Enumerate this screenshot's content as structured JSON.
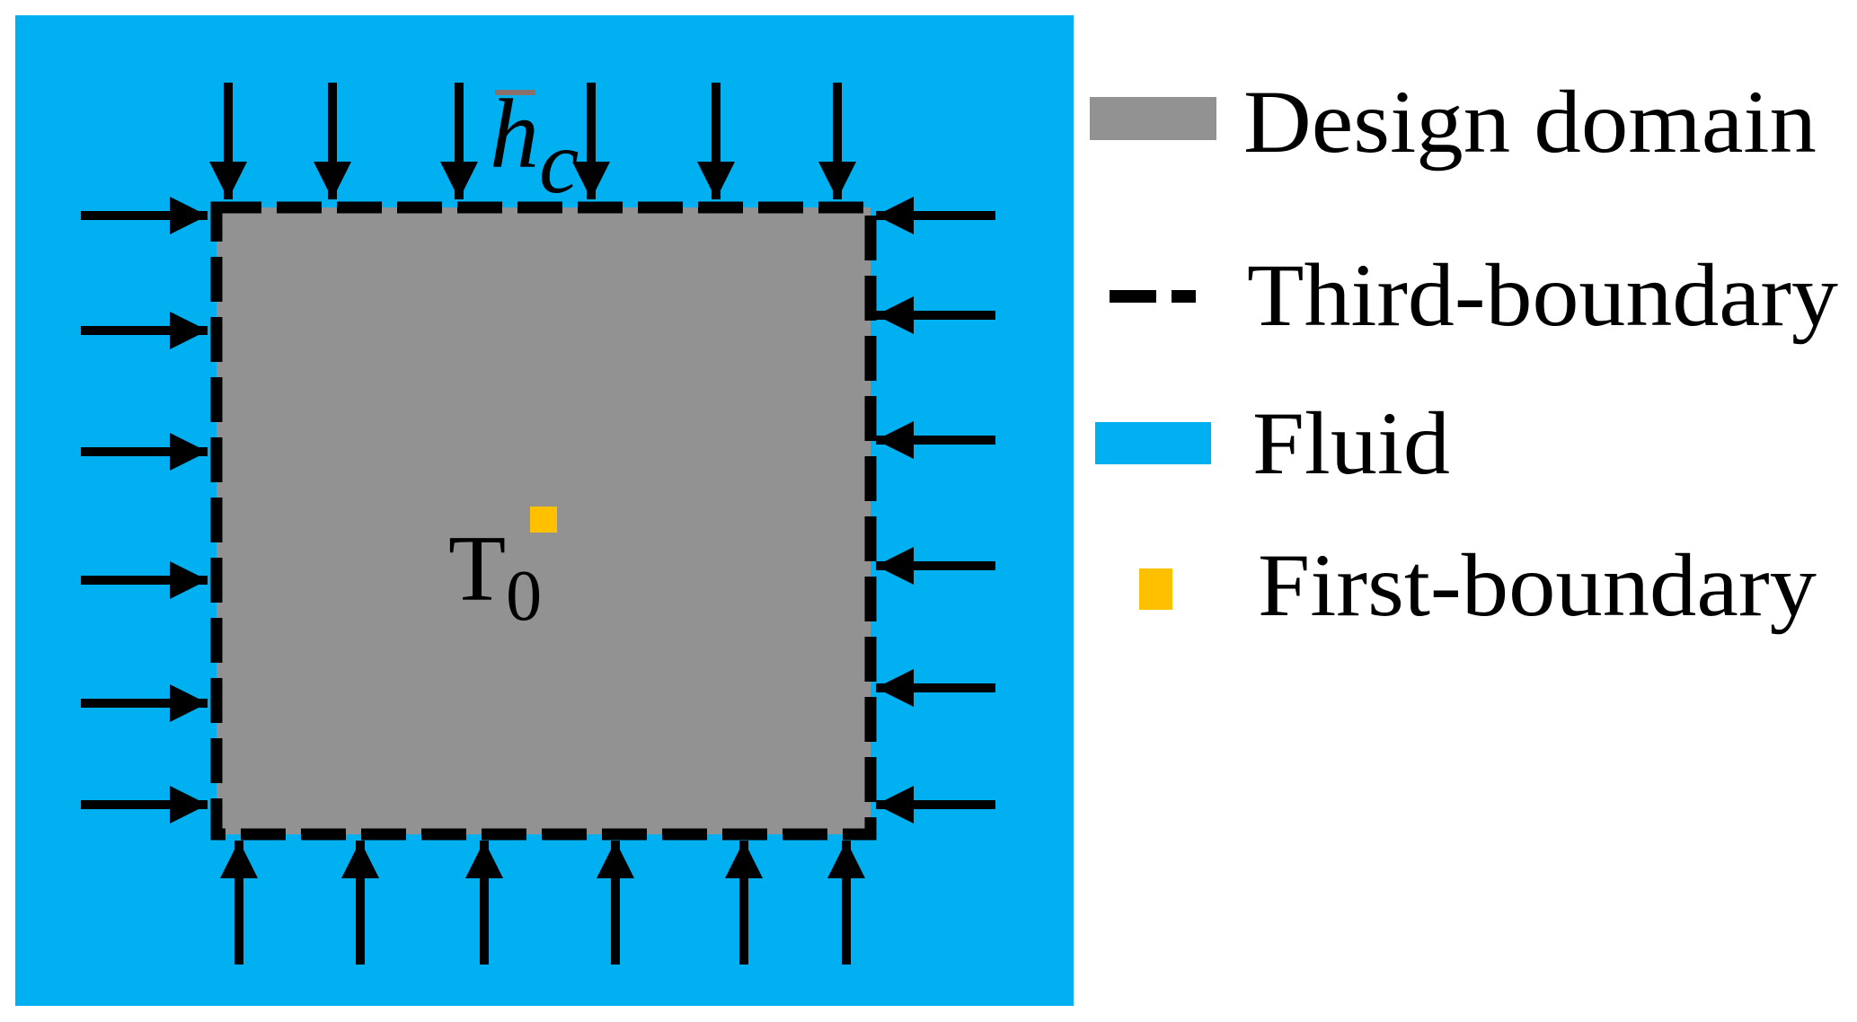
{
  "diagram": {
    "boundary_label": {
      "symbol": "h",
      "subscript": "c"
    },
    "point_label": {
      "symbol": "T",
      "subscript": "0"
    }
  },
  "legend": {
    "items": [
      {
        "label": "Design domain",
        "swatch": "gray-rect"
      },
      {
        "label": "Third-boundary",
        "swatch": "black-dash"
      },
      {
        "label": "Fluid",
        "swatch": "blue-rect"
      },
      {
        "label": "First-boundary",
        "swatch": "orange-square"
      }
    ]
  },
  "colors": {
    "fluid": "#00B0F0",
    "design_domain": "#929292",
    "first_boundary": "#FFC000",
    "third_boundary": "#000000",
    "overbar": "#8B6F6A"
  }
}
